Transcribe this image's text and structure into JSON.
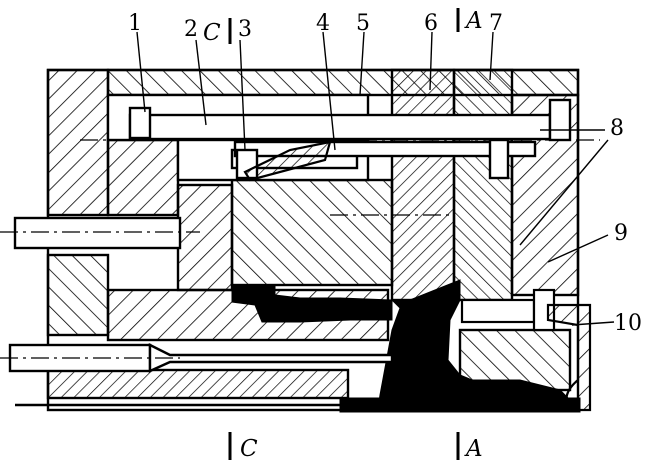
{
  "part_numbers": [
    "1",
    "2",
    "3",
    "4",
    "5",
    "6",
    "7",
    "8",
    "9",
    "10"
  ],
  "section_labels": {
    "c_top": "C",
    "a_top": "A",
    "c_bottom": "C",
    "a_bottom": "A"
  }
}
